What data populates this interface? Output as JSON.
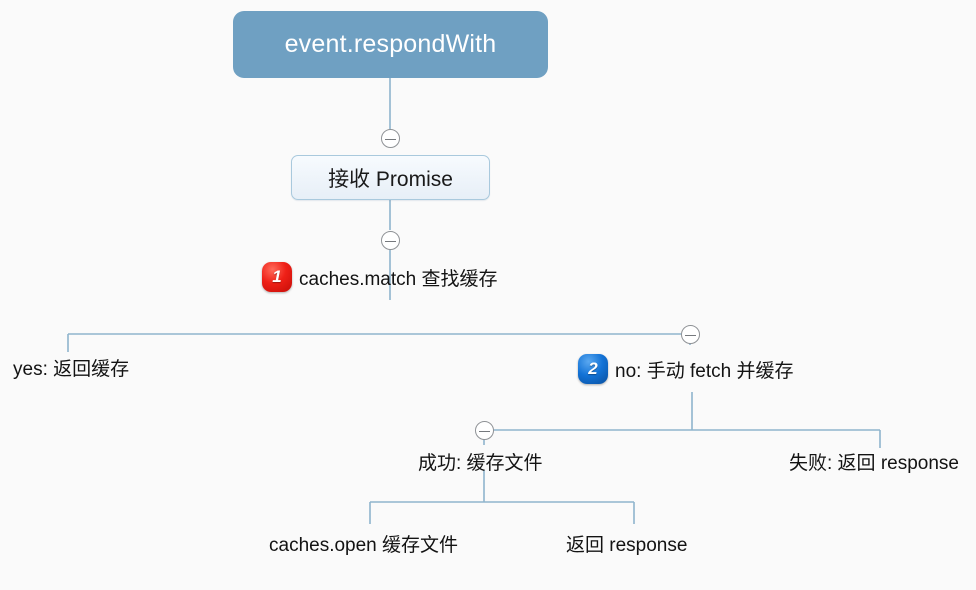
{
  "diagram": {
    "title": "event.respondWith service worker flow",
    "background_color": "#fafafa",
    "line_color": "#8fb4cd",
    "root_fill": "#6fa0c2",
    "root_text_color": "#ffffff",
    "box_border": "#a9c9dd",
    "badge_red": "#ef2017",
    "badge_blue": "#1272d6"
  },
  "nodes": {
    "root": {
      "label": "event.respondWith"
    },
    "promise": {
      "label": "接收 Promise"
    },
    "match": {
      "badge": "1",
      "label": "caches.match 查找缓存"
    },
    "yes": {
      "label": "yes: 返回缓存"
    },
    "no": {
      "badge": "2",
      "label": "no: 手动 fetch 并缓存"
    },
    "success": {
      "label": "成功: 缓存文件"
    },
    "fail": {
      "label": "失败: 返回 response"
    },
    "cache_open": {
      "label": "caches.open 缓存文件"
    },
    "return_response": {
      "label": "返回 response"
    }
  },
  "toggles": {
    "above_promise": "collapse-toggle",
    "below_promise": "collapse-toggle",
    "branch_no": "collapse-toggle",
    "branch_success": "collapse-toggle"
  }
}
